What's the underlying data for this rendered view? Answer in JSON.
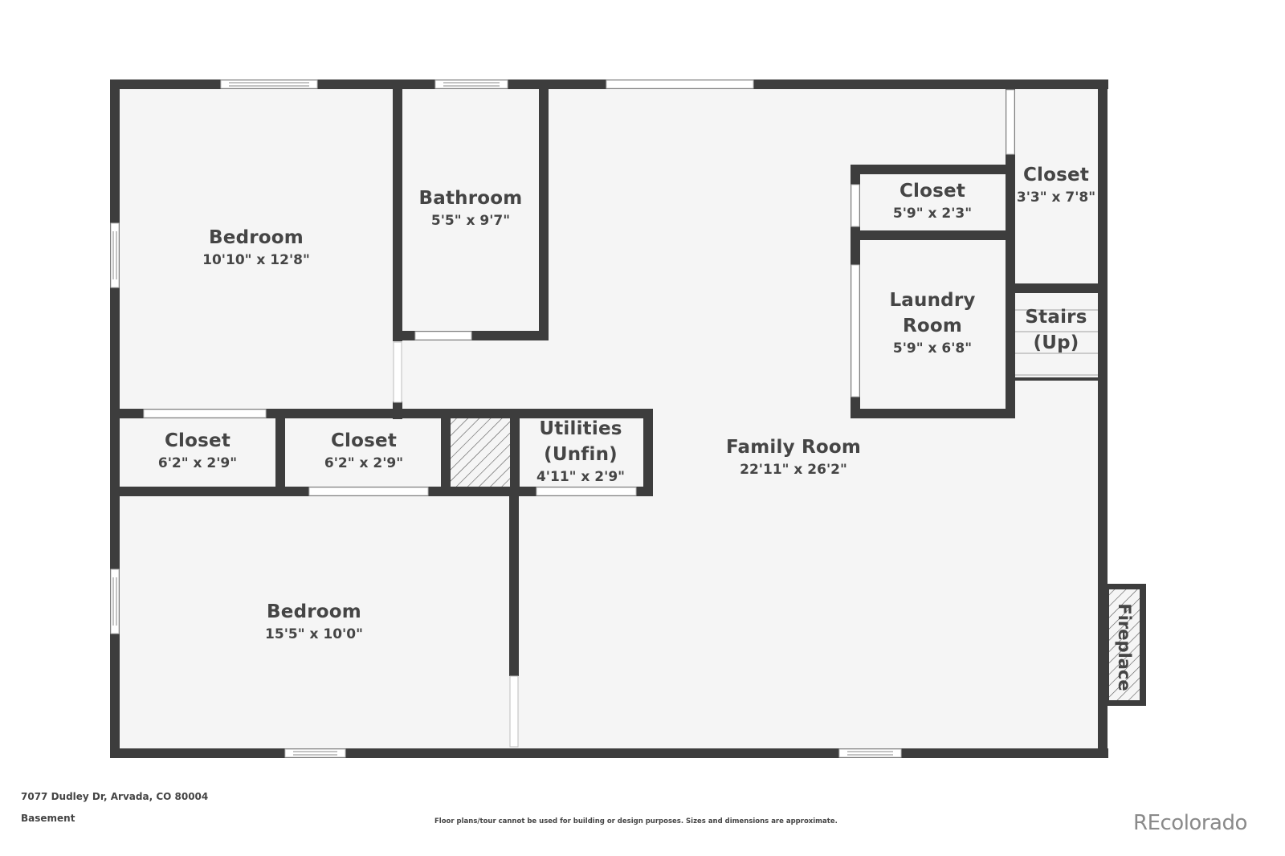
{
  "floorplan": {
    "level": "Basement",
    "address": "7077 Dudley Dr, Arvada, CO 80004",
    "disclaimer": "Floor plans/tour cannot be used for building or design purposes. Sizes and dimensions are approximate.",
    "brand": "REcolorado",
    "colors": {
      "wall": "#3d3d3d",
      "floor": "#f5f5f5",
      "background": "#ffffff",
      "text": "#454545",
      "brand": "#8a8a8a"
    },
    "rooms": [
      {
        "id": "bedroom-1",
        "name": "Bedroom",
        "dimensions": "10'10\" x 12'8\""
      },
      {
        "id": "bathroom",
        "name": "Bathroom",
        "dimensions": "5'5\" x 9'7\""
      },
      {
        "id": "closet-laundry",
        "name": "Closet",
        "dimensions": "5'9\" x 2'3\""
      },
      {
        "id": "closet-corner",
        "name": "Closet",
        "dimensions": "3'3\" x 7'8\""
      },
      {
        "id": "laundry-room",
        "name_line1": "Laundry",
        "name_line2": "Room",
        "dimensions": "5'9\" x 6'8\""
      },
      {
        "id": "stairs",
        "name_line1": "Stairs",
        "name_line2": "(Up)"
      },
      {
        "id": "closet-1",
        "name": "Closet",
        "dimensions": "6'2\" x 2'9\""
      },
      {
        "id": "closet-2",
        "name": "Closet",
        "dimensions": "6'2\" x 2'9\""
      },
      {
        "id": "utilities",
        "name_line1": "Utilities",
        "name_line2": "(Unfin)",
        "dimensions": "4'11\" x 2'9\""
      },
      {
        "id": "family-room",
        "name": "Family Room",
        "dimensions": "22'11\" x 26'2\""
      },
      {
        "id": "bedroom-2",
        "name": "Bedroom",
        "dimensions": "15'5\" x 10'0\""
      },
      {
        "id": "fireplace",
        "name": "Fireplace"
      }
    ]
  }
}
